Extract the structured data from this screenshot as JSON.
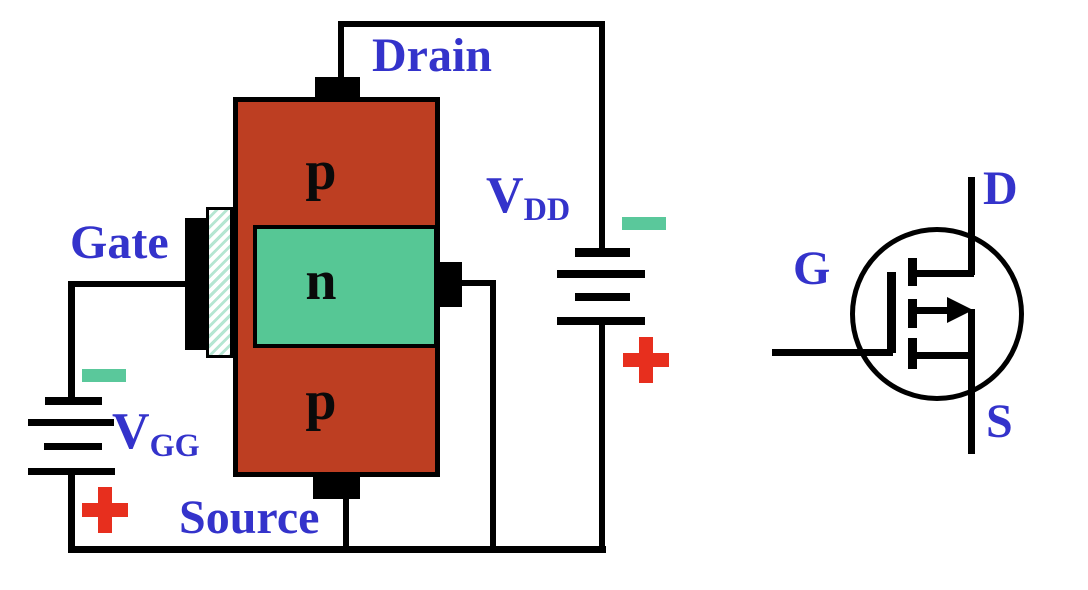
{
  "colors": {
    "p_region": "#BD3E22",
    "n_region": "#56C795",
    "oxide_hatch": "#B5E6D2",
    "label_blue": "#3433CB",
    "plus_red": "#E72F1E",
    "minus_green": "#5AC89B",
    "wire_black": "#000000"
  },
  "structure": {
    "terminals": {
      "drain": "Drain",
      "gate": "Gate",
      "source": "Source"
    },
    "regions": {
      "top": "p",
      "channel": "n",
      "bottom": "p"
    },
    "gate_supply": {
      "symbol": "V",
      "subscript": "GG",
      "top_polarity": "−",
      "bottom_polarity": "+"
    },
    "drain_supply": {
      "symbol": "V",
      "subscript": "DD",
      "top_polarity": "−",
      "bottom_polarity": "+"
    }
  },
  "symbol": {
    "gate": "G",
    "drain": "D",
    "source": "S"
  }
}
